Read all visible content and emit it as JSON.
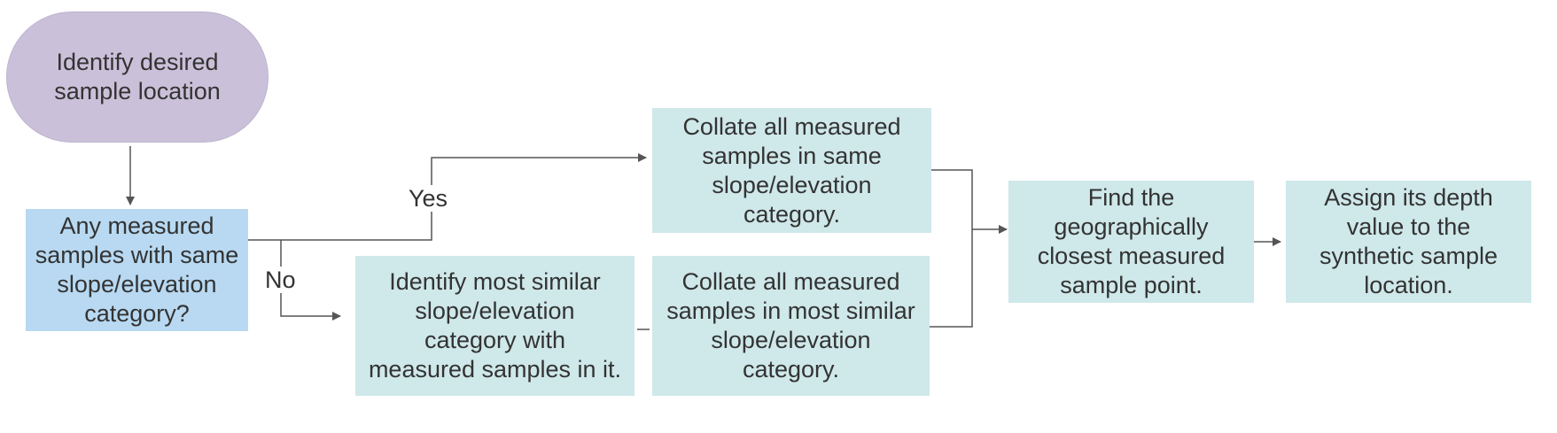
{
  "colors": {
    "start_fill": "#cbc0d9",
    "decision_fill": "#b8d9f1",
    "process_fill": "#cfe8ea",
    "line": "#555555",
    "text": "#333333"
  },
  "nodes": {
    "start": {
      "label": "Identify desired\nsample location"
    },
    "decision": {
      "label": "Any measured\nsamples with same\nslope/elevation\ncategory?"
    },
    "collate_same": {
      "label": "Collate all measured\nsamples in same\nslope/elevation\ncategory."
    },
    "identify_similar": {
      "label": "Identify most similar\nslope/elevation\ncategory with\nmeasured samples in it."
    },
    "collate_similar": {
      "label": "Collate all measured\nsamples in most similar\nslope/elevation\ncategory."
    },
    "find_closest": {
      "label": "Find the\ngeographically\nclosest measured\nsample point."
    },
    "assign_depth": {
      "label": "Assign its depth\nvalue to the\nsynthetic sample\nlocation."
    }
  },
  "edge_labels": {
    "yes": "Yes",
    "no": "No"
  }
}
